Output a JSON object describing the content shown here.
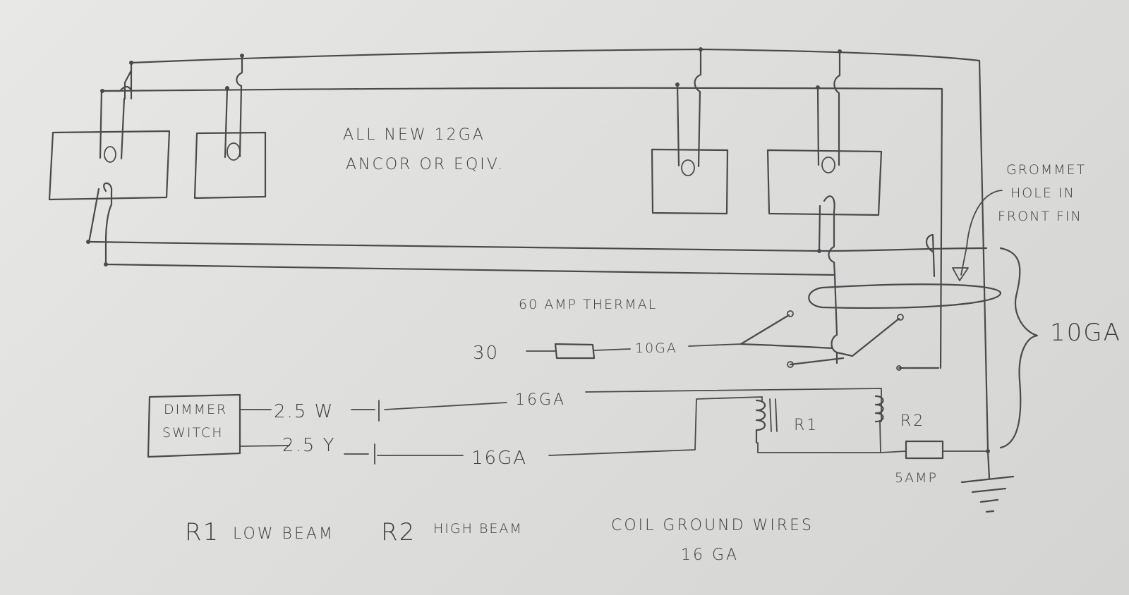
{
  "notes": {
    "wire_spec_line1": "ALL NEW 12GA",
    "wire_spec_line2": "ANCOR OR EQIV.",
    "grommet_line1": "GROMMET",
    "grommet_line2": "HOLE IN",
    "grommet_line3": "FRONT FIN",
    "bundle_gauge": "10GA",
    "breaker_label": "60 AMP THERMAL",
    "feed_number": "30",
    "feed_gauge": "10GA",
    "dimmer_line1": "DIMMER",
    "dimmer_line2": "SWITCH",
    "wire_w": "2.5 W",
    "wire_y": "2.5 Y",
    "gauge_w": "16GA",
    "gauge_y": "16GA",
    "relay1_label": "R1",
    "relay2_label": "R2",
    "fuse_label": "5AMP",
    "legend_r1": "R1",
    "legend_low": "LOW BEAM",
    "legend_r2": "R2",
    "legend_high": "HIGH BEAM",
    "coil_line1": "COIL GROUND WIRES",
    "coil_line2": "16 GA"
  }
}
